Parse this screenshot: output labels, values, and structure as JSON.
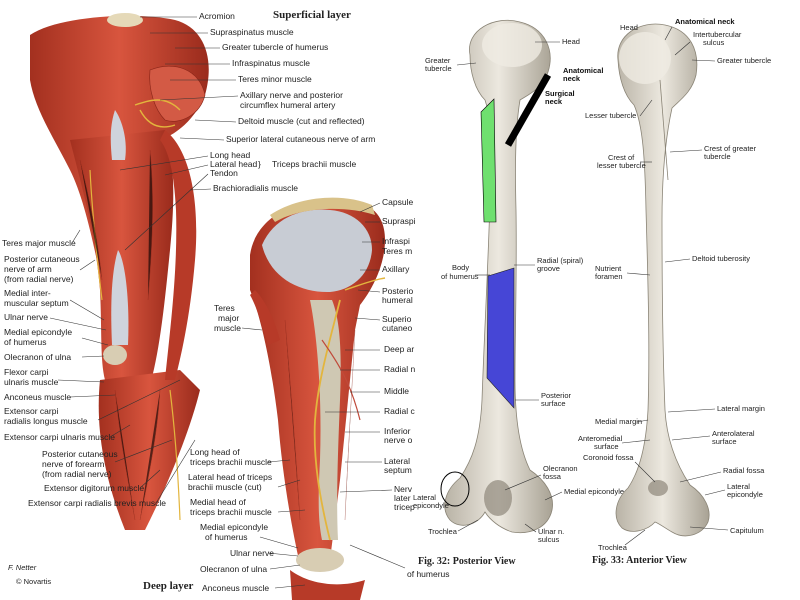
{
  "muscle_panel": {
    "superficial_title": "Superficial layer",
    "deep_title": "Deep layer",
    "signature": "F. Netter",
    "copyright": "© Novartis",
    "superficial_labels": [
      "Acromion",
      "Supraspinatus muscle",
      "Greater tubercle of humerus",
      "Infraspinatus muscle",
      "Teres minor muscle",
      "Axillary nerve and posterior",
      "circumflex humeral artery",
      "Deltoid muscle (cut and reflected)",
      "Superior lateral cutaneous nerve of arm",
      "Long head",
      "Lateral head",
      "Tendon",
      "Triceps brachii muscle",
      "Brachioradialis muscle"
    ],
    "left_labels": [
      "Teres major muscle",
      "Posterior cutaneous",
      "nerve of arm",
      "(from radial nerve)",
      "Medial inter-",
      "muscular septum",
      "Ulnar nerve",
      "Medial epicondyle",
      "of humerus",
      "Olecranon of ulna",
      "Flexor carpi",
      "ulnaris muscle",
      "Anconeus muscle",
      "Extensor carpi",
      "radialis longus muscle",
      "Extensor carpi ulnaris muscle",
      "Posterior cutaneous",
      "nerve of forearm",
      "(from radial nerve)",
      "Extensor digitorum muscle",
      "Extensor carpi radialis brevis muscle"
    ],
    "deep_left_labels": [
      "Teres",
      "major",
      "muscle",
      "Long head of",
      "triceps brachii muscle",
      "Lateral head of triceps",
      "brachii muscle (cut)",
      "Medial head of",
      "triceps brachii muscle",
      "Medial epicondyle",
      "of humerus",
      "Ulnar nerve",
      "Olecranon of ulna",
      "Anconeus muscle"
    ],
    "deep_right_labels": [
      "Capsule",
      "Supraspi",
      "Infraspi",
      "Teres m",
      "Axillary",
      "Posterio",
      "humeral",
      "Superio",
      "cutaneo",
      "Deep ar",
      "Radial n",
      "Middle",
      "Radial c",
      "Inferior",
      "nerve o",
      "Lateral",
      "septum",
      "Nerv",
      "later",
      "tricep",
      "of humerus"
    ]
  },
  "bone_posterior": {
    "caption": "Fig. 32: Posterior View",
    "labels": [
      "Head",
      "Greater",
      "tubercle",
      "Anatomical",
      "neck",
      "Surgical",
      "neck",
      "Body",
      "of humerus",
      "Radial (spiral)",
      "groove",
      "Posterior",
      "surface",
      "Olecranon",
      "fossa",
      "Medial epicondyle",
      "Lateral",
      "epicondyle",
      "Trochlea",
      "Ulnar n.",
      "sulcus"
    ]
  },
  "bone_anterior": {
    "caption": "Fig. 33: Anterior View",
    "labels": [
      "Head",
      "Anatomical neck",
      "Intertubercular",
      "sulcus",
      "Greater tubercle",
      "Lesser tubercle",
      "Crest of",
      "lesser tubercle",
      "Crest of greater",
      "tubercle",
      "Nutrient",
      "foramen",
      "Deltoid tuberosity",
      "Lateral margin",
      "Medial margin",
      "Anteromedial",
      "surface",
      "Anterolateral",
      "surface",
      "Coronoid fossa",
      "Radial fossa",
      "Lateral",
      "epicondyle",
      "Capitulum",
      "Trochlea"
    ]
  },
  "colors": {
    "muscle": "#c8412f",
    "muscle_dark": "#9c2a1d",
    "tendon": "#c9cdd6",
    "bone": "#d9d4c8",
    "nerve": "#e3b53d",
    "highlight_green": "#6fe06f",
    "highlight_blue": "#4646d6",
    "marker_black": "#000000"
  }
}
